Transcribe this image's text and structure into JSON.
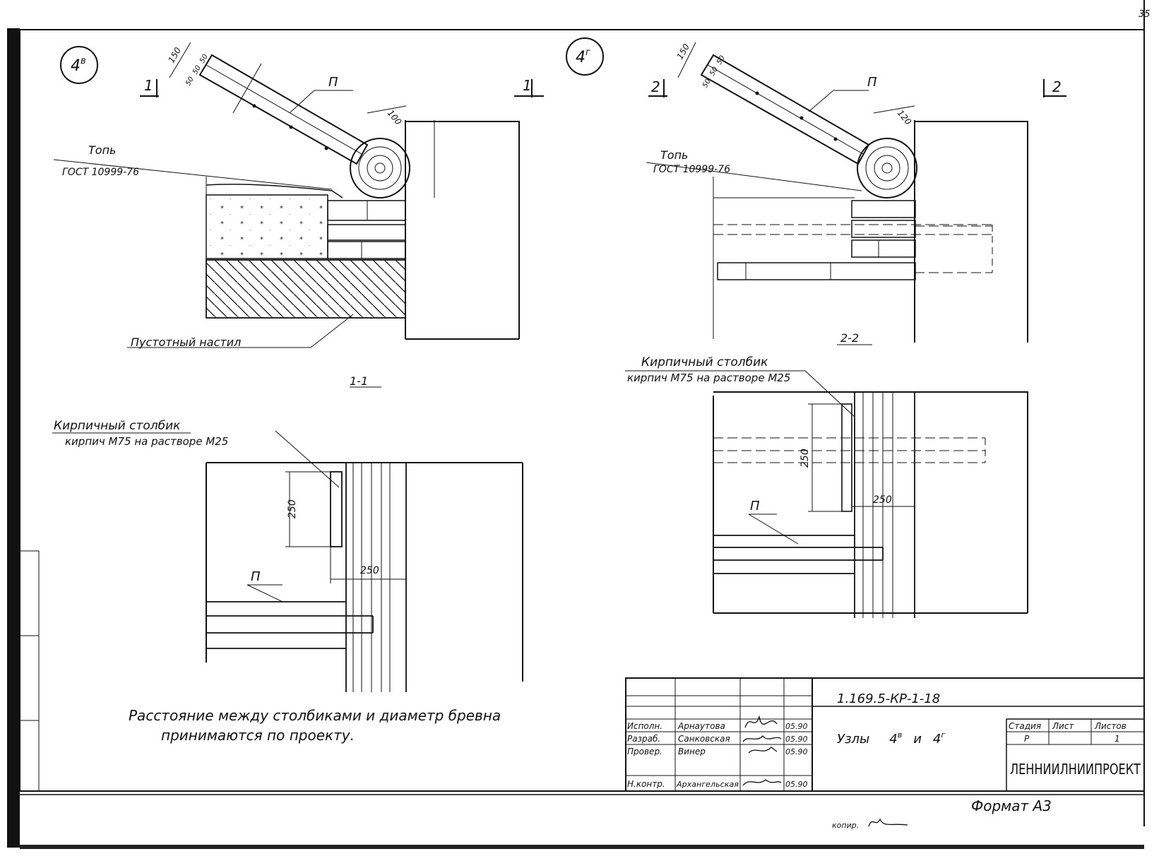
{
  "page_number": "35",
  "left_detail": {
    "badge": "4",
    "badge_sup": "в",
    "cut_left": "1",
    "cut_right": "1",
    "log_label": "П",
    "dims_diag": [
      "150",
      "50",
      "50",
      "50"
    ],
    "dim_100": "100",
    "topb_label": "Топь",
    "topb_gost": "ГОСТ 10999-76",
    "slab_label": "Пустотный настил",
    "section_label": "1-1",
    "pillar_label": "Кирпичный столбик",
    "pillar_spec": "кирпич М75 на растворе М25",
    "dim_250_v": "250",
    "dim_250_h": "250",
    "beam_label": "П"
  },
  "right_detail": {
    "badge": "4",
    "badge_sup": "г",
    "cut_left": "2",
    "cut_right": "2",
    "log_label": "П",
    "dims_diag": [
      "150",
      "50",
      "50",
      "50"
    ],
    "dim_120": "120",
    "topb_label": "Топь",
    "topb_gost": "ГОСТ 10999-76",
    "section_label": "2-2",
    "pillar_label": "Кирпичный столбик",
    "pillar_spec": "кирпич М75 на растворе М25",
    "dim_250_v": "250",
    "dim_250_h": "250",
    "beam_label": "П"
  },
  "note_line1": "Расстояние между столбиками и диаметр бревна",
  "note_line2": "принимаются по проекту.",
  "title_block": {
    "doc_code": "1.169.5-КР-1-18",
    "title": "Узлы",
    "title_4v": "4",
    "title_4v_sup": "в",
    "title_and": "и",
    "title_4g": "4",
    "title_4g_sup": "г",
    "stage_header": "Стадия",
    "sheet_header": "Лист",
    "sheets_header": "Листов",
    "stage_value": "Р",
    "sheets_value": "1",
    "org": "ЛЕННИИЛНИИПРОЕКТ",
    "rows": [
      {
        "role": "Испoлн.",
        "name": "Арнаутова",
        "date": "05.90"
      },
      {
        "role": "Разраб.",
        "name": "Санковская",
        "date": "05.90"
      },
      {
        "role": "Провер.",
        "name": "Винер",
        "date": "05.90"
      },
      {
        "role": "Н.контр.",
        "name": "Архангельская",
        "date": "05.90"
      }
    ]
  },
  "format": "Формат А3",
  "copied": "копир."
}
